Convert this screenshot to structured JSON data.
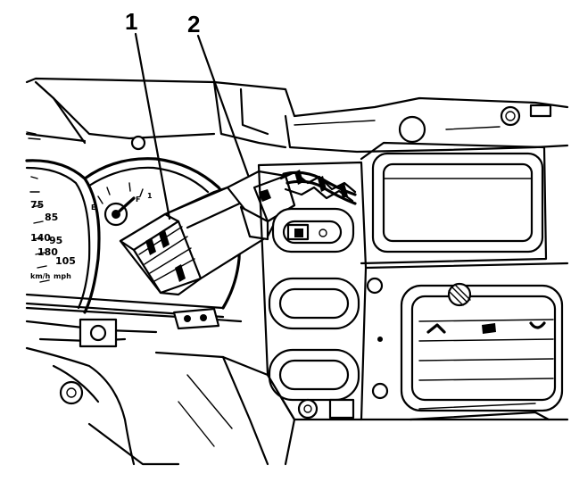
{
  "callouts": [
    {
      "id": "1",
      "label": "1"
    },
    {
      "id": "2",
      "label": "2"
    }
  ],
  "gauge": {
    "labels": [
      "75",
      "85",
      "95",
      "105",
      "140",
      "180",
      "km/h",
      "mph"
    ]
  },
  "colors": {
    "ink": "#000000",
    "paper": "#ffffff"
  }
}
